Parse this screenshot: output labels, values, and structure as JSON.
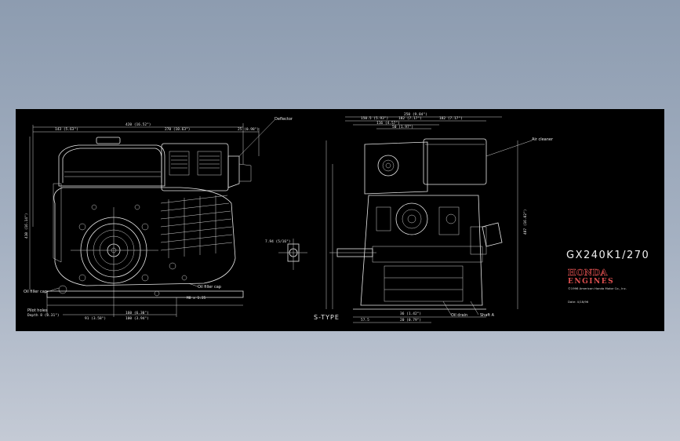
{
  "title_block": {
    "model": "GX240K1/270",
    "brand_line1": "HONDA",
    "brand_line2": "ENGINES",
    "copyright": "©1996 American Honda Motor Co., Inc.",
    "date": "Date: 4/18/96"
  },
  "views": {
    "side_view_label": "S-TYPE"
  },
  "callouts": {
    "deflector": "Deflector",
    "air_cleaner": "Air cleaner",
    "oil_filler_cap_left": "Oil filler cap",
    "oil_filler_cap_right": "Oil filler cap",
    "pilot_holes": "Pilot holes",
    "oil_drain": "Oil drain",
    "shaft_a": "Shaft A"
  },
  "dimensions": {
    "top_overall": "420 (16.52\")",
    "top_left": "143 (5.63\")",
    "top_mid": "270 (10.63\")",
    "top_right": "25 (0.98\")",
    "side_top": "250 (9.84\")",
    "side_a": "150.5 (5.93\")",
    "side_b": "182 (7.17\")",
    "side_c": "182 (7.17\")",
    "side_d": "116 (4.57\")",
    "side_e": "50 (1.97\")",
    "left_height": "410 (16.14\")",
    "right_height": "407 (16.02\")",
    "base_a": "91 (3.58\")",
    "base_b": "160 (6.30\")",
    "base_c": "100 (3.94\")",
    "base_d": "57.5",
    "base_e": "36 (1.42\")",
    "base_f": "20 (0.79\")",
    "shaft_key": "7.94 (5/16\")",
    "bolt_a": "M8 x 1.25",
    "bolt_b": "Depth 8 (0.31\")"
  },
  "colors": {
    "background": "#000000",
    "lines": "#e8e8e8",
    "brand": "#e05050"
  }
}
